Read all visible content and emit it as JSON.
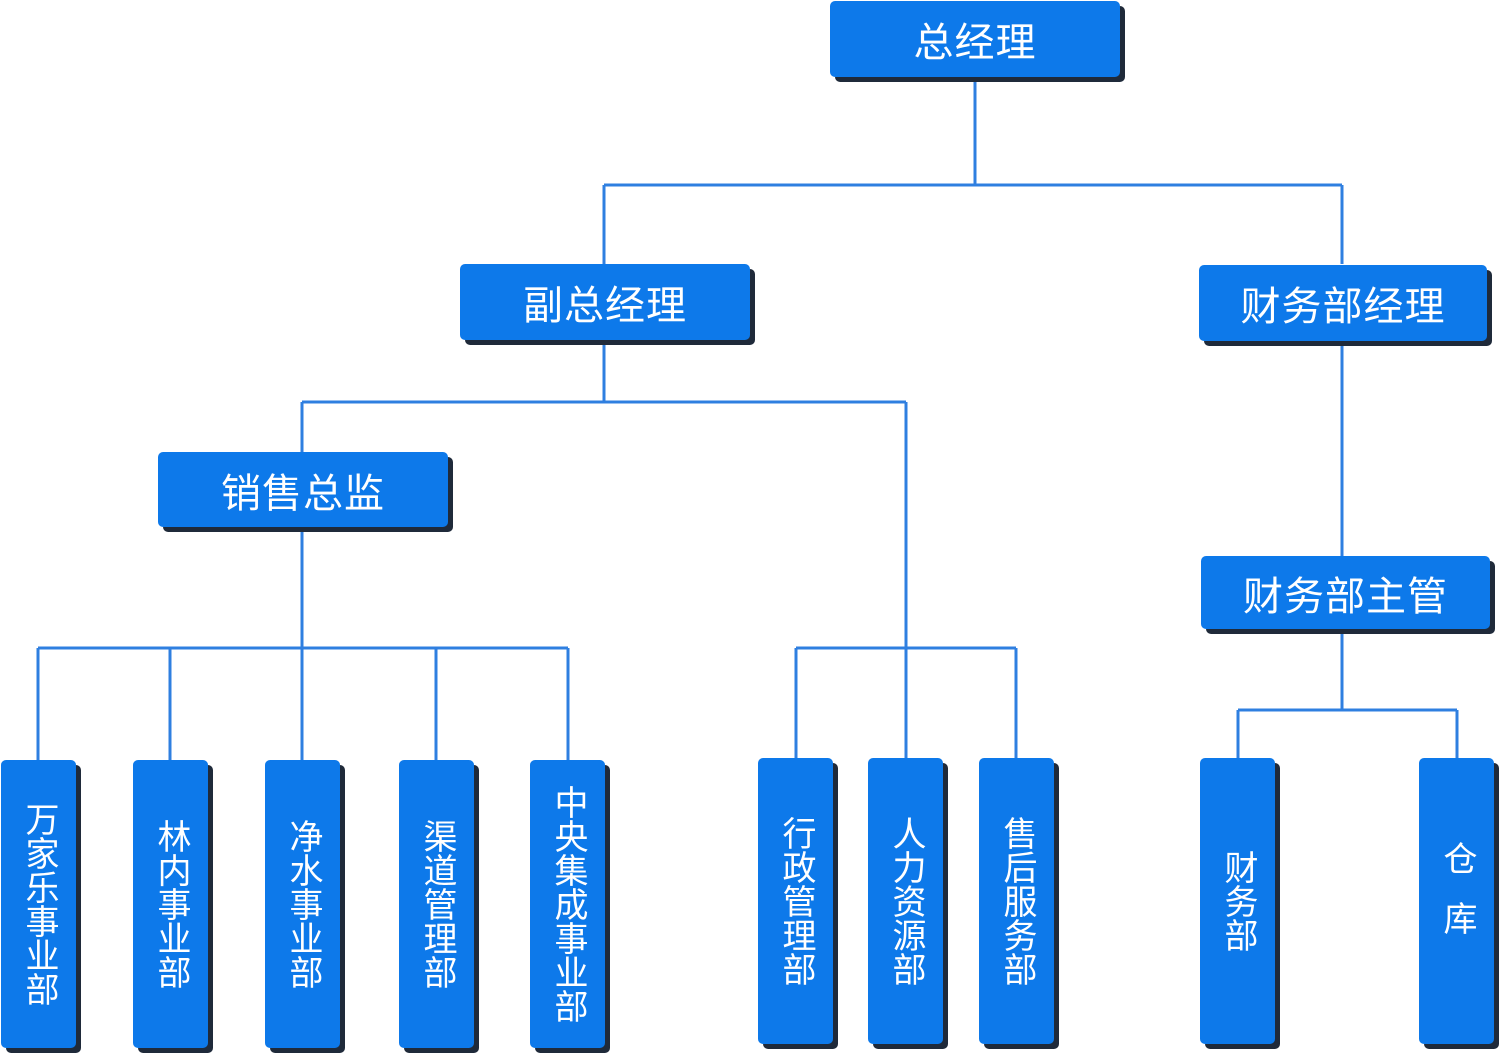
{
  "chart": {
    "root": "总经理",
    "deputy_gm": "副总经理",
    "finance_manager": "财务部经理",
    "sales_director": "销售总监",
    "finance_supervisor": "财务部主管",
    "sales_units": [
      "万家乐事业部",
      "林内事业部",
      "净水事业部",
      "渠道管理部",
      "中央集成事业部"
    ],
    "admin_units": [
      "行政管理部",
      "人力资源部",
      "售后服务部"
    ],
    "finance_units": [
      "财务部",
      "仓库"
    ]
  },
  "colors": {
    "box": "#0d79ea",
    "shadow": "#1f2a3a",
    "line": "#2f7fe0",
    "text": "#ffffff"
  }
}
